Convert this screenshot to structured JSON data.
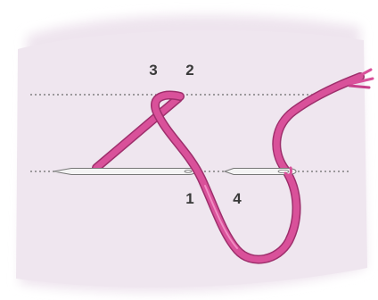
{
  "diagram": {
    "kind": "embroidery-stitch-illustration",
    "labels": {
      "step_1": "1",
      "step_2": "2",
      "step_3": "3",
      "step_4": "4"
    },
    "colors": {
      "background_tint": "#eee4ee",
      "thread": "#d9519a",
      "thread_dark": "#9e2f6c",
      "thread_highlight": "#f08cc2",
      "needle": "#f4f4f4",
      "needle_outline": "#777777",
      "guide_line": "#6b6b6b",
      "label": "#3a3a3a"
    }
  }
}
